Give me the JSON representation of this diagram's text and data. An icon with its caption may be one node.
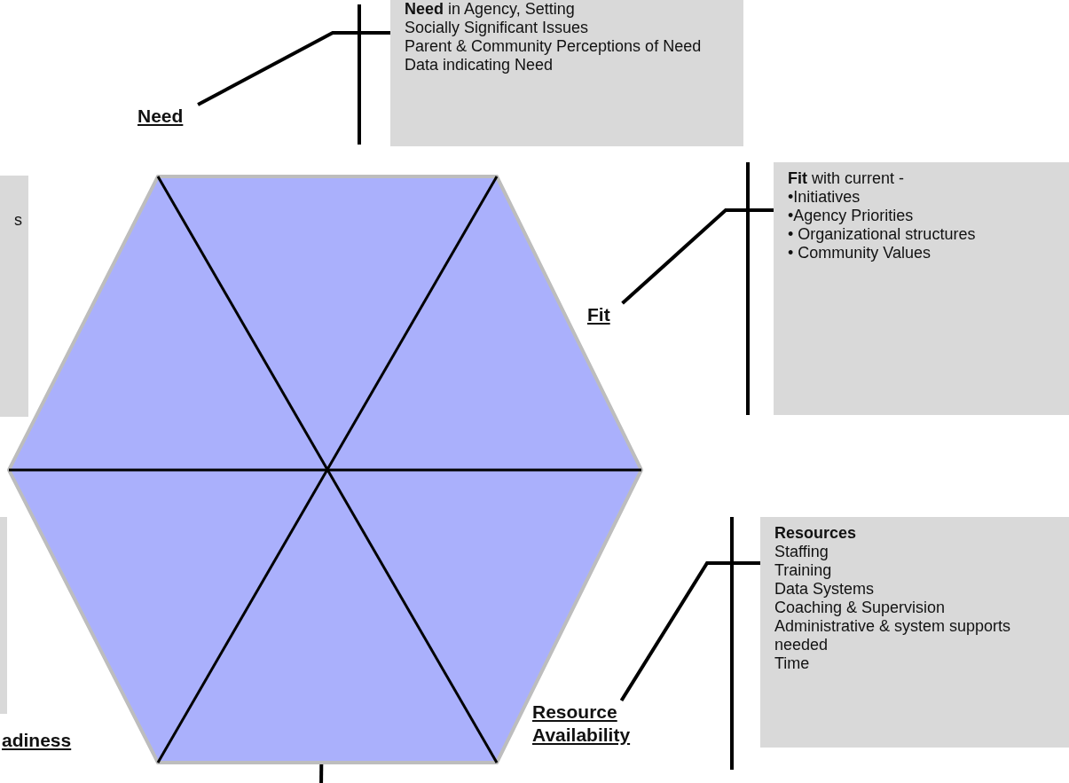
{
  "diagram": {
    "nodes": [
      {
        "text": [],
        "shape": "hexagon"
      },
      {
        "text": [
          "Need"
        ]
      },
      {
        "text": [
          "**Need** in Agency, Setting",
          "Socially Significant Issues",
          "Parent & Community Perceptions of Need",
          "Data indicating Need"
        ]
      },
      {
        "text": [
          "Fit"
        ]
      },
      {
        "text": [
          "**Fit** with current -",
          "•Initiatives",
          "•Agency Priorities",
          "• Organizational structures",
          "• Community Values"
        ]
      },
      {
        "text": [
          "Resource Availability"
        ]
      },
      {
        "text": [
          "Resources",
          "Staffing",
          "Training",
          "Data Systems",
          "Coaching & Supervision",
          "Administrative & system supports needed",
          "Time"
        ]
      },
      {
        "text": [
          "s"
        ]
      },
      {
        "text": [],
        "shape": "box"
      }
    ],
    "edges": [
      {
        "from": 1,
        "to": 2,
        "arrow": "none"
      },
      {
        "from": 3,
        "to": 4,
        "arrow": "none"
      },
      {
        "from": 5,
        "to": 6,
        "arrow": "none"
      },
      {
        "from": 0,
        "to": null,
        "arrow": "none"
      }
    ],
    "labels": [
      "adiness"
    ]
  }
}
